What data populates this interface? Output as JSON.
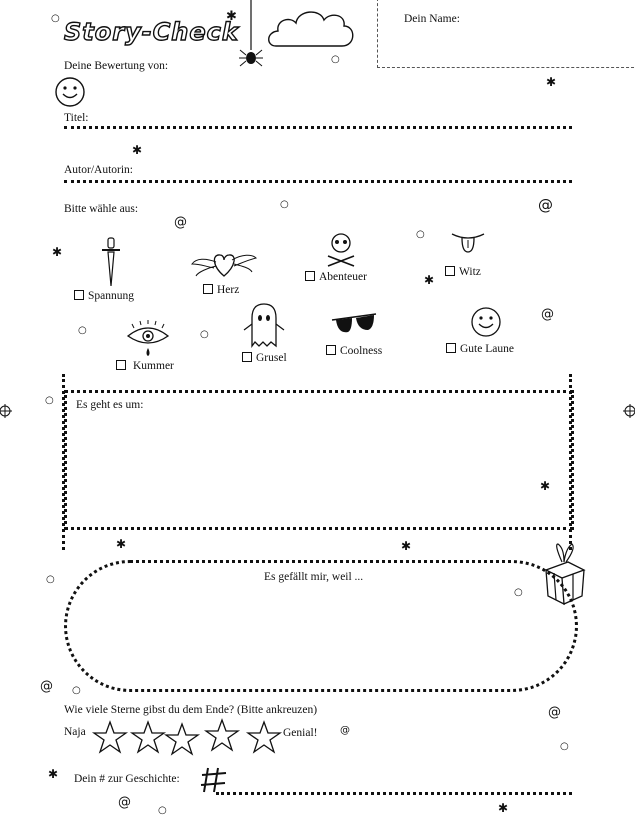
{
  "header": {
    "title": "Story-Check",
    "name_label": "Dein Name:",
    "rating_by_label": "Deine Bewertung von:"
  },
  "fields": {
    "title_label": "Titel:",
    "author_label": "Autor/Autorin:",
    "choose_label": "Bitte wähle aus:"
  },
  "categories": [
    {
      "label": "Spannung",
      "icon": "dagger-icon"
    },
    {
      "label": "Herz",
      "icon": "winged-heart-icon"
    },
    {
      "label": "Abenteuer",
      "icon": "skull-crossbones-icon"
    },
    {
      "label": "Witz",
      "icon": "tongue-out-icon"
    },
    {
      "label": "Kummer",
      "icon": "crying-eye-icon"
    },
    {
      "label": "Grusel",
      "icon": "ghost-icon"
    },
    {
      "label": "Coolness",
      "icon": "sunglasses-icon"
    },
    {
      "label": "Gute Laune",
      "icon": "smiley-icon"
    }
  ],
  "about_label": "Es geht es um:",
  "likes_label": "Es gefällt mir, weil ...",
  "stars": {
    "question": "Wie viele Sterne gibst du dem Ende? (Bitte ankreuzen)",
    "low_label": "Naja",
    "high_label": "Genial!",
    "count": 5
  },
  "hashtag_label": "Dein # zur Geschichte:"
}
